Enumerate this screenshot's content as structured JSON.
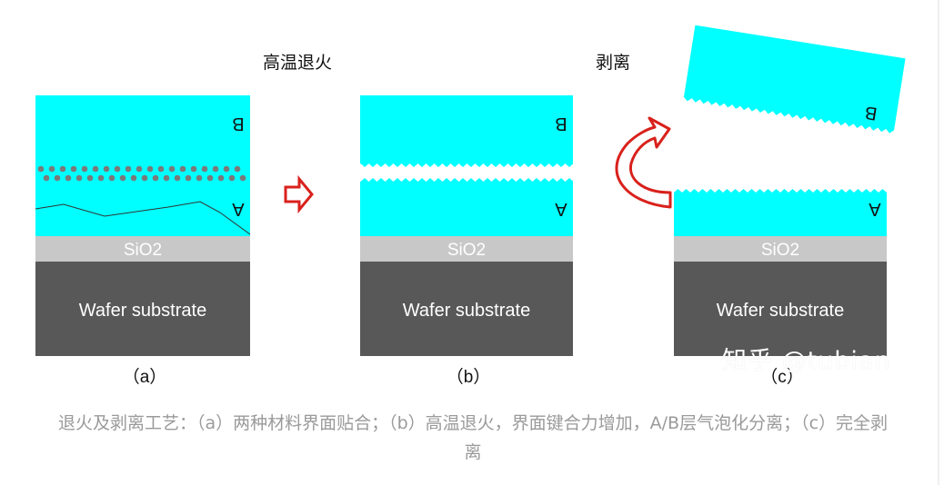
{
  "stages": {
    "anneal": "高温退火",
    "peel": "剥离"
  },
  "layers": {
    "a": "A",
    "b": "B",
    "oxide": "SiO2",
    "substrate": "Wafer substrate"
  },
  "panels": [
    {
      "id": "a",
      "label": "（a）"
    },
    {
      "id": "b",
      "label": "（b）"
    },
    {
      "id": "c",
      "label": "（c）"
    }
  ],
  "watermark": "知乎 @tubian",
  "caption": "退火及剥离工艺：（a）两种材料界面贴合；（b）高温退火，界面键合力增加，A/B层气泡化分离；（c）完全剥离",
  "colors": {
    "layer_film": "#00ffff",
    "oxide": "#c8c8c8",
    "substrate": "#585858",
    "arrow": "#d9211c",
    "bubble": "#7a7a7a"
  }
}
